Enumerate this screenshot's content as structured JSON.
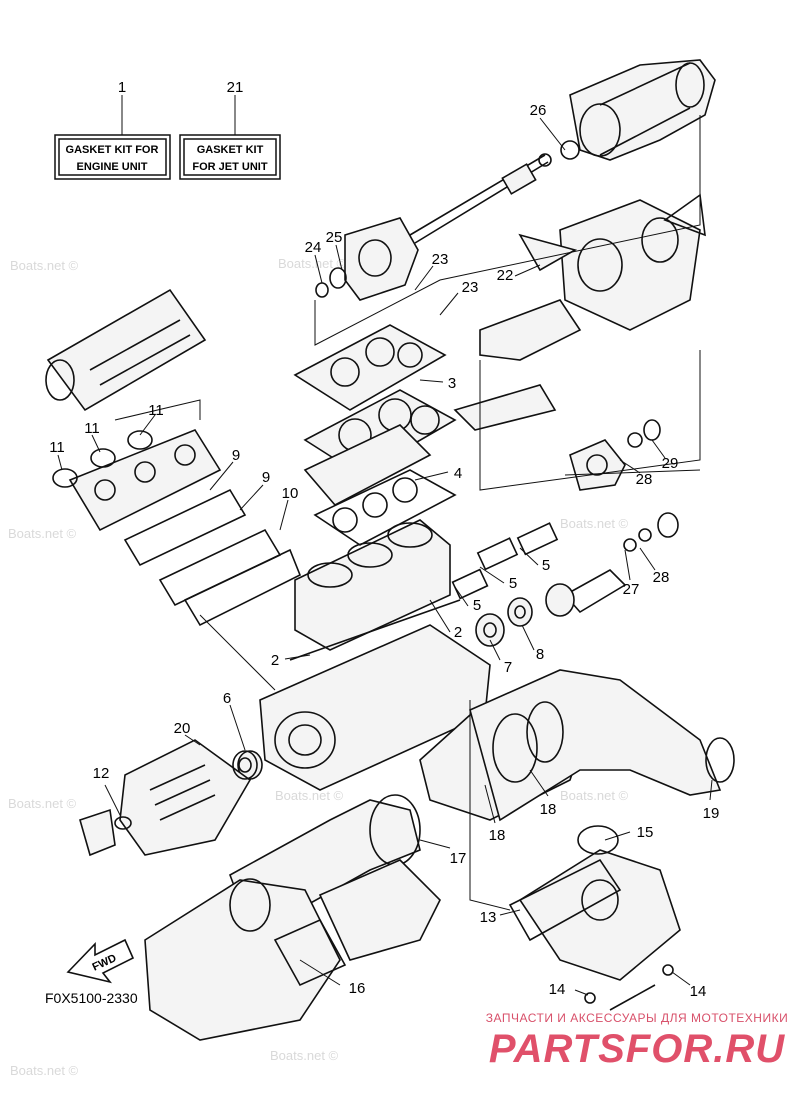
{
  "kits": [
    {
      "ref": "1",
      "line1": "GASKET KIT FOR",
      "line2": "ENGINE UNIT"
    },
    {
      "ref": "21",
      "line1": "GASKET KIT",
      "line2": "FOR JET UNIT"
    }
  ],
  "callouts": [
    "26",
    "25",
    "24",
    "23",
    "23",
    "22",
    "3",
    "4",
    "5",
    "5",
    "5",
    "2",
    "2",
    "7",
    "8",
    "11",
    "11",
    "11",
    "9",
    "9",
    "10",
    "28",
    "29",
    "28",
    "27",
    "6",
    "20",
    "12",
    "17",
    "18",
    "18",
    "19",
    "15",
    "13",
    "14",
    "14",
    "16"
  ],
  "fwd_label": "FWD",
  "figure_code": "F0X5100-2330",
  "watermark": "Boats.net ©",
  "brand": {
    "top": "ЗАПЧАСТИ И АКСЕССУАРЫ ДЛЯ МОТОТЕХНИКИ",
    "main": "PARTSFOR.RU"
  },
  "colors": {
    "brand": "#e0506a",
    "line": "#111111",
    "watermark": "#d9d9d9"
  }
}
